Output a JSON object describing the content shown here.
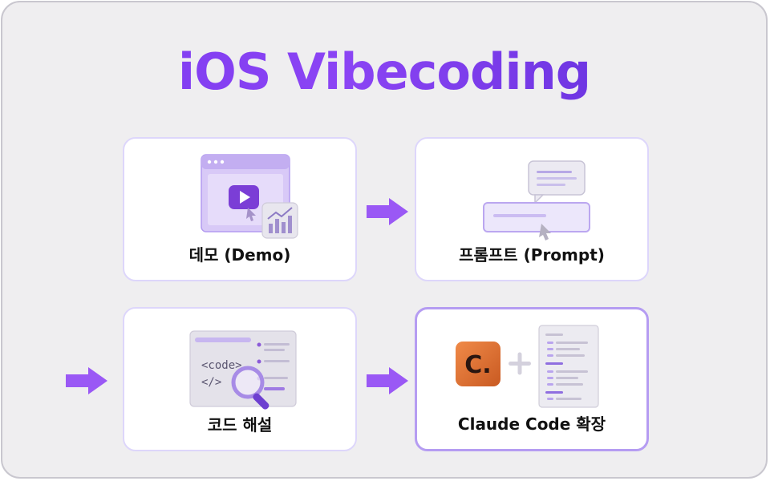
{
  "title": "iOS Vibecoding",
  "steps": [
    {
      "label": "데모 (Demo)",
      "icon": "video-demo-icon"
    },
    {
      "label": "프롬프트 (Prompt)",
      "icon": "prompt-chat-icon"
    },
    {
      "label": "코드 해설",
      "icon": "code-review-icon"
    },
    {
      "label": "Claude Code 확장",
      "icon": "claude-code-extension-icon"
    }
  ],
  "illustration_text": {
    "code_open": "<code>",
    "code_close": "</>",
    "claude_logo": "C."
  },
  "colors": {
    "accent": "#7b3ff0",
    "arrow": "#9a58f5",
    "card_border": "#ddd6fb",
    "highlight_border": "#b59cf2",
    "background": "#efeef0",
    "claude_orange": "#e06a2b"
  }
}
